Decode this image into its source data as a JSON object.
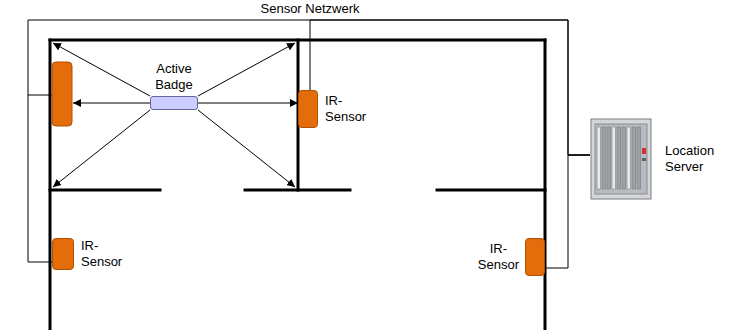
{
  "diagram": {
    "nodes": [
      {
        "text": [
          "Active Badge"
        ]
      },
      {
        "text": [
          "IR- Sensor"
        ]
      },
      {
        "text": [
          "Location Server"
        ]
      },
      {
        "text": [
          "IR- Sensor"
        ]
      },
      {
        "text": [
          "IR- Sensor"
        ]
      }
    ],
    "edges": [
      {
        "from": 0,
        "to": 1,
        "arrow": "to"
      },
      {
        "from": 1,
        "to": 2,
        "arrow": "none"
      },
      {
        "from": 3,
        "to": 2,
        "arrow": "none"
      },
      {
        "from": 4,
        "to": 2,
        "arrow": "none"
      }
    ],
    "labels": [
      "Sensor Netzwerk"
    ]
  }
}
